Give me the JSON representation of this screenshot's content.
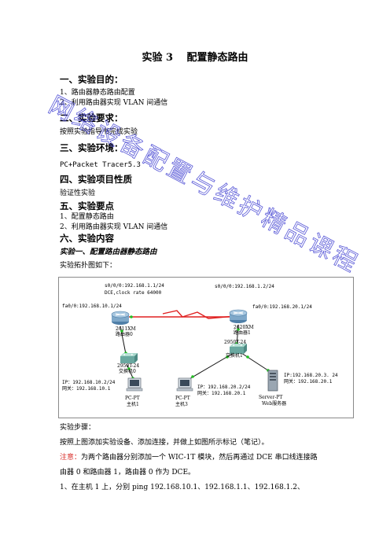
{
  "title": "实验 3　 配置静态路由",
  "sections": {
    "s1": {
      "heading": "一、实验目的：",
      "items": [
        "1、路由器静态路由配置",
        "2、利用路由器实现 VLAN 间通信"
      ]
    },
    "s2": {
      "heading": "二、实验要求：",
      "text": "按照实验指导书完成实验"
    },
    "s3": {
      "heading": "三、实验环境：",
      "text": "PC+Packet Tracer5.3"
    },
    "s4": {
      "heading": "四、实验项目性质",
      "text": "验证性实验"
    },
    "s5": {
      "heading": "五、实验要点",
      "items": [
        "1、配置静态路由",
        "2、利用路由器实现 VLAN 间通信"
      ]
    },
    "s6": {
      "heading": "六、实验内容",
      "subheading": "实验一、配置路由器静态路由",
      "diagram_caption": "实验拓扑图如下："
    }
  },
  "diagram": {
    "r0_s0": "s0/0/0:192.168.1.1/24",
    "r0_dce": "DCE,clock rate 64000",
    "r1_s0": "s0/0/0:192.168.1.2/24",
    "r0_fa": "fa0/0:192.168.10.1/24",
    "r1_fa": "fa0/0:192.168.20.1/24",
    "r0_model": "2611XM",
    "r0_name": "路由器0",
    "r1_model": "2620XM",
    "r1_name": "路由器1",
    "sw0_model": "2950T-24",
    "sw0_name": "交换机0",
    "sw1_model": "2950T-24",
    "sw1_name": "交换机1",
    "pc1_ip": "IP：192.168.10.2/24",
    "pc1_gw": "网关：192.168.10.1",
    "pc1_model": "PC-PT",
    "pc1_name": "主机1",
    "pc3_ip": "IP：192.168.20.2/24",
    "pc3_gw": "网关：192.168.20.1",
    "pc3_model": "PC-PT",
    "pc3_name": "主机3",
    "srv_ip": "IP:192.168.20.3. 24",
    "srv_gw": "网关：192.168.20.1",
    "srv_model": "Server-PT",
    "srv_name": "Web服务器",
    "colors": {
      "router": "#7fa8c9",
      "switch": "#6aa8a0",
      "link_serial": "#e02020",
      "link_ethernet": "#111111",
      "port_dot": "#22c022"
    }
  },
  "steps_label": "实验步骤：",
  "step_text": "按照上图添加实验设备、添加连接，并做上如图所示标记（笔记）。",
  "note_label": "注意：",
  "note_text": "为两个路由器分别添加一个 WIC-1T 模块，然后再通过 DCE 串口线连接路",
  "note_text2": "由器 0 和路由器 1，路由器 0 作为 DCE。",
  "step1_text": "1、在主机 1 上，分别 ping 192.168.10.1、192.168.1.1、192.168.1.2、",
  "watermark": "网络设备配置与维护精品课程",
  "watermark_color": "#3a3ad0"
}
